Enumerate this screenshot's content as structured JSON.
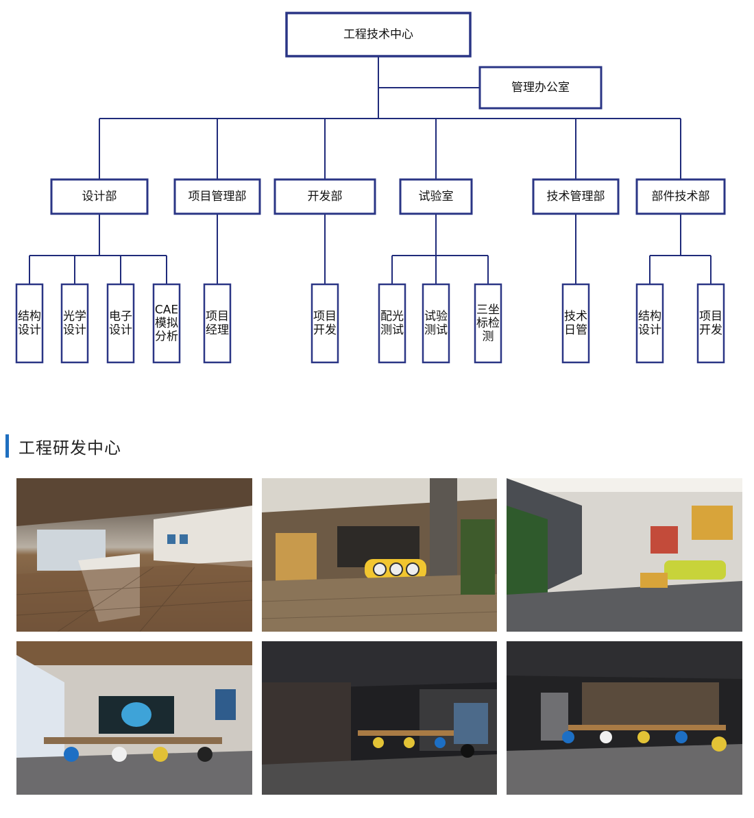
{
  "org_chart": {
    "root": "工程技术中心",
    "office": "管理办公室",
    "departments": [
      {
        "name": "设计部",
        "children": [
          "结构设计",
          "光学设计",
          "电子设计",
          "CAE模拟分析"
        ]
      },
      {
        "name": "项目管理部",
        "children": [
          "项目经理"
        ]
      },
      {
        "name": "开发部",
        "children": [
          "项目开发"
        ]
      },
      {
        "name": "试验室",
        "children": [
          "配光测试",
          "试验测试",
          "三坐标检测"
        ]
      },
      {
        "name": "技术管理部",
        "children": [
          "技术日管"
        ]
      },
      {
        "name": "部件技术部",
        "children": [
          "结构设计",
          "项目开发"
        ]
      }
    ],
    "colors": {
      "line": "#1f2a7a",
      "box": "#2a3585",
      "background": "#ffffff"
    }
  },
  "section": {
    "title": "工程研发中心",
    "accent": "#1f6fc0"
  },
  "photos": [
    {
      "icon": "office-lobby-photo"
    },
    {
      "icon": "reception-hall-photo"
    },
    {
      "icon": "lounge-office-photo"
    },
    {
      "icon": "meeting-room-photo"
    },
    {
      "icon": "library-workspace-photo"
    },
    {
      "icon": "reading-area-photo"
    }
  ]
}
